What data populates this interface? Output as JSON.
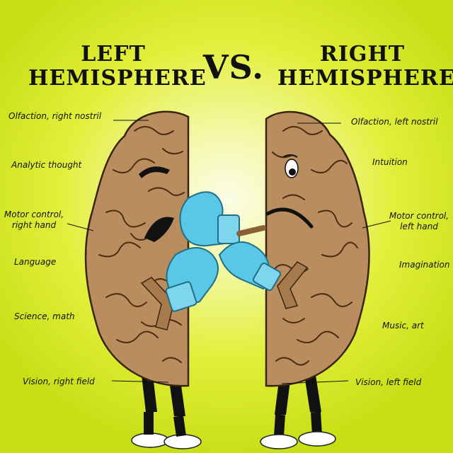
{
  "titles": {
    "left": "LEFT\nHEMISPHERE",
    "vs": "VS.",
    "right": "RIGHT\nHEMISPHERE"
  },
  "left_labels": [
    "Olfaction, right nostril",
    "Analytic thought",
    "Motor control,\nright hand",
    "Language",
    "Science, math",
    "Vision, right field"
  ],
  "right_labels": [
    "Olfaction, left nostril",
    "Intuition",
    "Motor control,\nleft hand",
    "Imagination",
    "Music, art",
    "Vision, left field"
  ],
  "colors": {
    "brain": "#b98d5e",
    "brain_outline": "#3a2410",
    "glove": "#5bc7e6",
    "background": "#e2ef3a"
  }
}
